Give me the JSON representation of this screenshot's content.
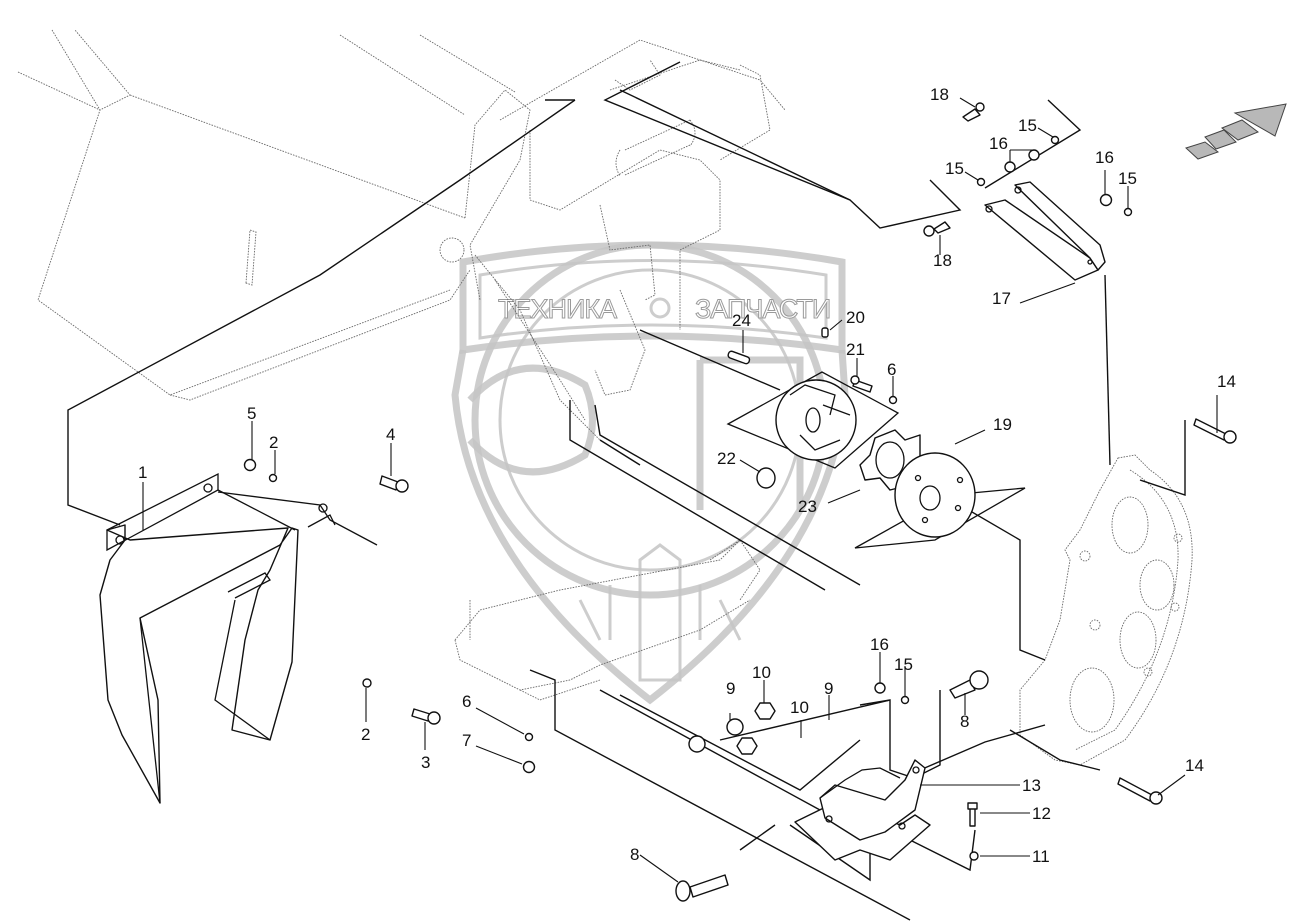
{
  "diagram": {
    "type": "exploded-parts-view",
    "watermark": {
      "text_left": "ТЕХНИКА",
      "text_right": "ЗАПЧАСТИ",
      "emblem": "ЭП"
    },
    "direction_indicator": "forward-arrow",
    "callouts": [
      {
        "id": "c1",
        "label": "1"
      },
      {
        "id": "c2a",
        "label": "2"
      },
      {
        "id": "c2b",
        "label": "2"
      },
      {
        "id": "c3",
        "label": "3"
      },
      {
        "id": "c4",
        "label": "4"
      },
      {
        "id": "c5",
        "label": "5"
      },
      {
        "id": "c6a",
        "label": "6"
      },
      {
        "id": "c6b",
        "label": "6"
      },
      {
        "id": "c7",
        "label": "7"
      },
      {
        "id": "c8a",
        "label": "8"
      },
      {
        "id": "c8b",
        "label": "8"
      },
      {
        "id": "c9a",
        "label": "9"
      },
      {
        "id": "c9b",
        "label": "9"
      },
      {
        "id": "c10a",
        "label": "10"
      },
      {
        "id": "c10b",
        "label": "10"
      },
      {
        "id": "c11",
        "label": "11"
      },
      {
        "id": "c12",
        "label": "12"
      },
      {
        "id": "c13",
        "label": "13"
      },
      {
        "id": "c14a",
        "label": "14"
      },
      {
        "id": "c14b",
        "label": "14"
      },
      {
        "id": "c15a",
        "label": "15"
      },
      {
        "id": "c15b",
        "label": "15"
      },
      {
        "id": "c15c",
        "label": "15"
      },
      {
        "id": "c15d",
        "label": "15"
      },
      {
        "id": "c16a",
        "label": "16"
      },
      {
        "id": "c16b",
        "label": "16"
      },
      {
        "id": "c16c",
        "label": "16"
      },
      {
        "id": "c17",
        "label": "17"
      },
      {
        "id": "c18a",
        "label": "18"
      },
      {
        "id": "c18b",
        "label": "18"
      },
      {
        "id": "c19",
        "label": "19"
      },
      {
        "id": "c20",
        "label": "20"
      },
      {
        "id": "c21",
        "label": "21"
      },
      {
        "id": "c22",
        "label": "22"
      },
      {
        "id": "c23",
        "label": "23"
      },
      {
        "id": "c24",
        "label": "24"
      }
    ]
  }
}
